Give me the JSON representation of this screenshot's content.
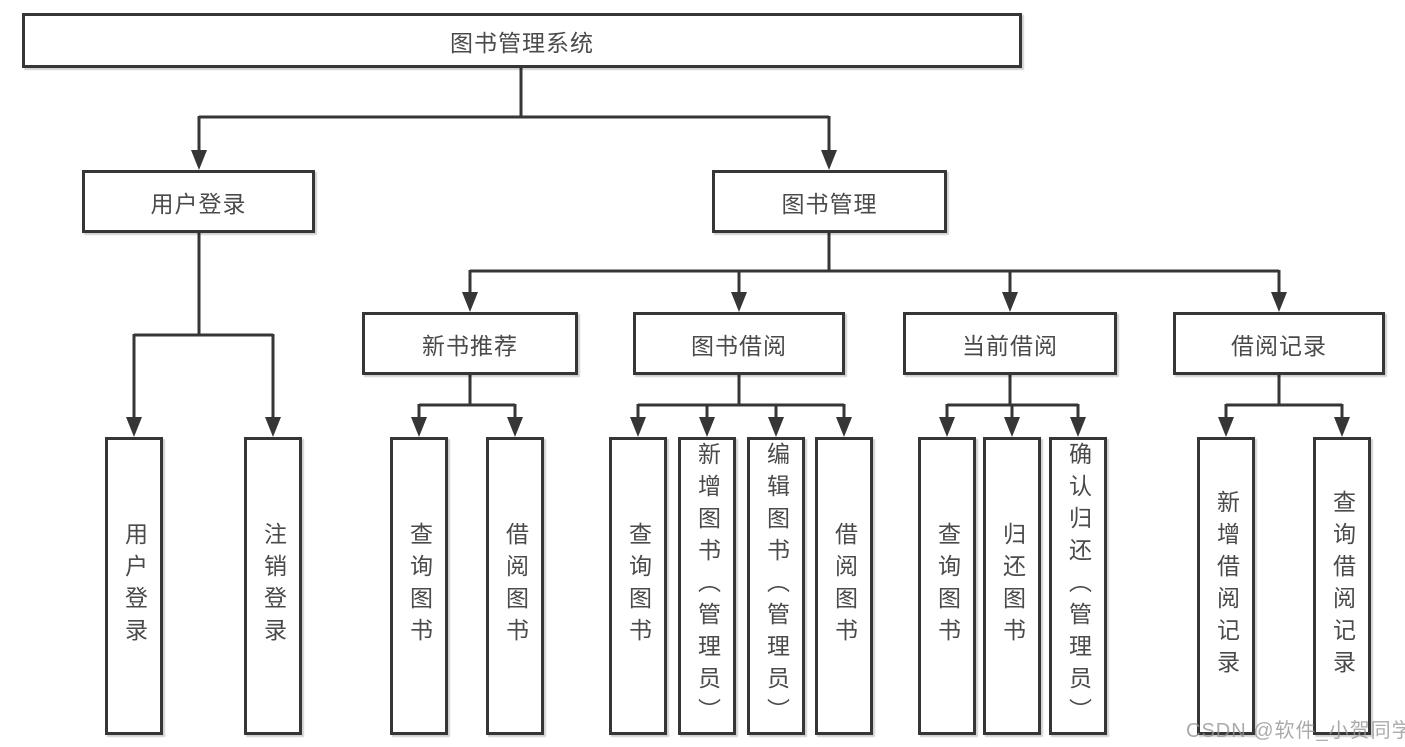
{
  "diagram_title": "图书管理系统",
  "root": {
    "label": "图书管理系统"
  },
  "level2": [
    {
      "label": "用户登录"
    },
    {
      "label": "图书管理"
    }
  ],
  "level3": [
    {
      "label": "新书推荐"
    },
    {
      "label": "图书借阅"
    },
    {
      "label": "当前借阅"
    },
    {
      "label": "借阅记录"
    }
  ],
  "leaves": [
    {
      "label": "用户登录"
    },
    {
      "label": "注销登录"
    },
    {
      "label": "查询图书"
    },
    {
      "label": "借阅图书"
    },
    {
      "label": "查询图书"
    },
    {
      "label": "新增图书（管理员）"
    },
    {
      "label": "编辑图书（管理员）"
    },
    {
      "label": "借阅图书"
    },
    {
      "label": "查询图书"
    },
    {
      "label": "归还图书"
    },
    {
      "label": "确认归还（管理员）"
    },
    {
      "label": "新增借阅记录"
    },
    {
      "label": "查询借阅记录"
    }
  ],
  "watermark": "CSDN @软件_小贺同学",
  "colors": {
    "line": "#363636",
    "text": "#4a4a4a",
    "background": "#ffffff",
    "watermark": "#969696"
  }
}
